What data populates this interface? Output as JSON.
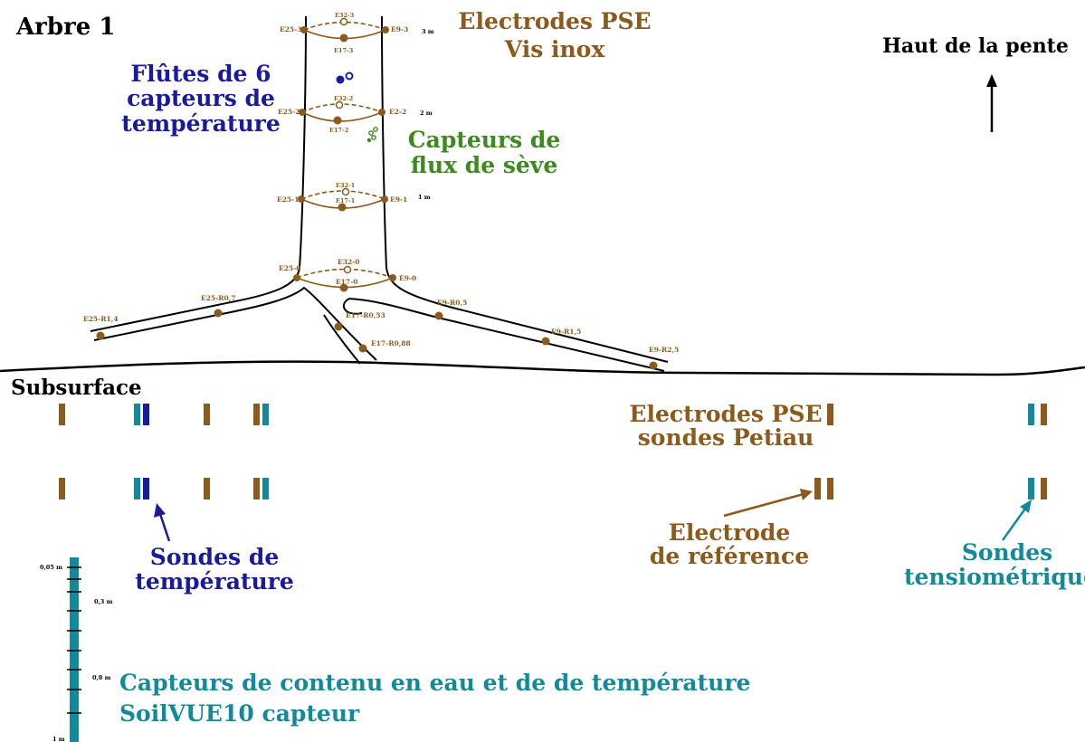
{
  "colors": {
    "ink": "#000000",
    "brown": "#8B5A1C",
    "blue": "#1A1A9C",
    "green": "#3D8A1E",
    "teal": "#138A9A"
  },
  "titles": {
    "tree": "Arbre 1",
    "subsurface": "Subsurface",
    "slope": "Haut de la pente"
  },
  "legend": {
    "pse_top": [
      "Electrodes PSE",
      "Vis inox"
    ],
    "flutes": [
      "Flûtes de 6",
      "capteurs de",
      "température"
    ],
    "sapflow": [
      "Capteurs de",
      "flux de sève"
    ],
    "pse_bottom": [
      "Electrodes PSE",
      "sondes Petiau"
    ],
    "reference": [
      "Electrode",
      "de référence"
    ],
    "temp_probes": [
      "Sondes de",
      "température"
    ],
    "tensio": [
      "Sondes",
      "tensiométriques"
    ],
    "soilvue": [
      "Capteurs de contenu en eau et de de température",
      "SoilVUE10 capteur"
    ]
  },
  "heights": [
    "3 m",
    "2 m",
    "1 m"
  ],
  "electrodes": {
    "e25_3": "E25-3",
    "e9_3": "E9-3",
    "e32_3": "E32-3",
    "e17_3": "E17-3",
    "e25_2": "E25-2",
    "e2_2": "E2-2",
    "e32_2": "E32-2",
    "e17_2": "E17-2",
    "e25_1": "E25-1",
    "e9_1": "E9-1",
    "e32_1": "E32-1",
    "e17_1": "E17-1",
    "e25_0": "E25-0",
    "e9_0": "E9-0",
    "e32_0": "E32-0",
    "e17_0": "E17-0",
    "e25_r07": "E25-R0,7",
    "e25_r14": "E25-R1,4",
    "e17_r053": "E17-R0,53",
    "e17_r088": "E17-R0,88",
    "e9_r05": "E9-R0,5",
    "e9_r15": "E9-R1,5",
    "e9_r25": "E9-R2,5"
  },
  "depth_scale": [
    "0,05 m",
    "0,3 m",
    "0,8 m",
    "1 m"
  ]
}
